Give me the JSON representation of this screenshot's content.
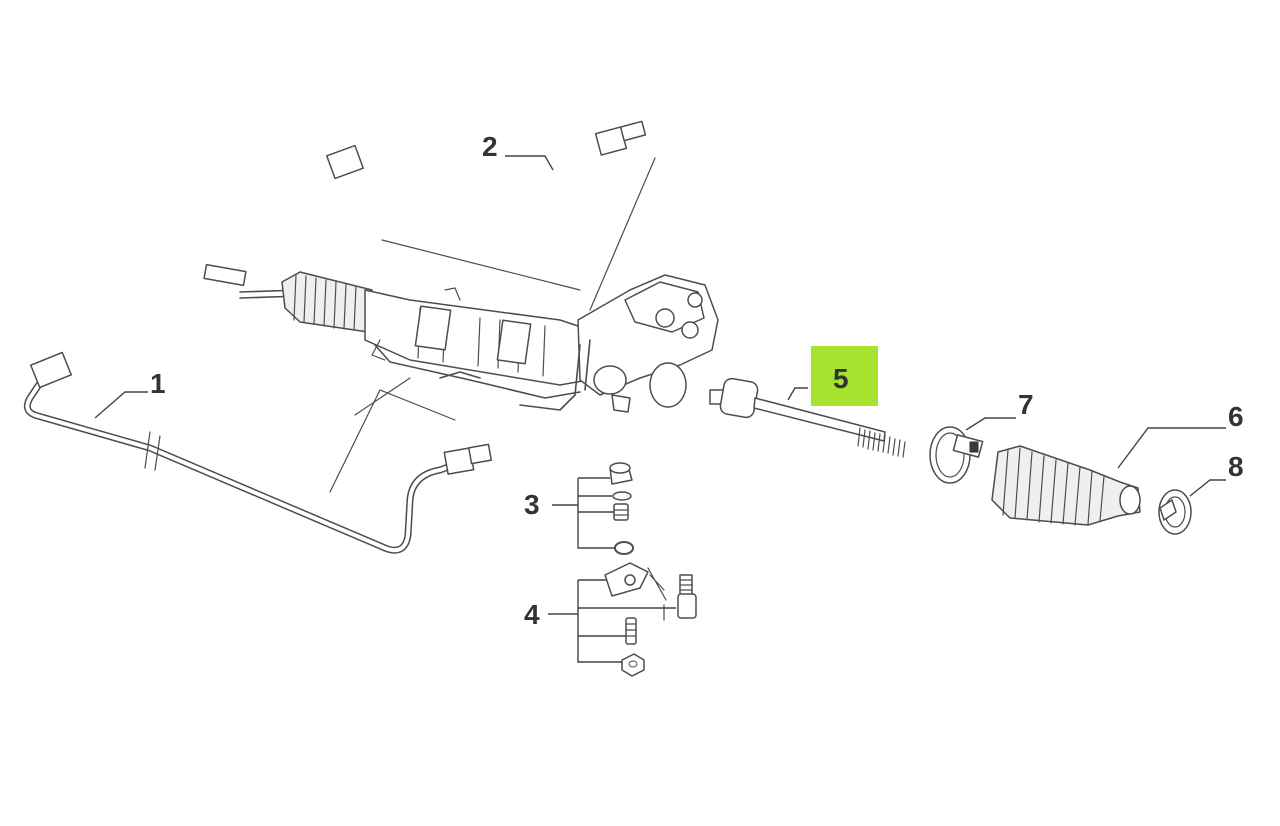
{
  "highlight_color": "#a6e22e",
  "line_color": "#4d4d4d",
  "callouts": [
    {
      "id": "1",
      "label": "1"
    },
    {
      "id": "2",
      "label": "2"
    },
    {
      "id": "3",
      "label": "3"
    },
    {
      "id": "4",
      "label": "4"
    },
    {
      "id": "5",
      "label": "5",
      "highlighted": true
    },
    {
      "id": "6",
      "label": "6"
    },
    {
      "id": "7",
      "label": "7"
    },
    {
      "id": "8",
      "label": "8"
    }
  ]
}
